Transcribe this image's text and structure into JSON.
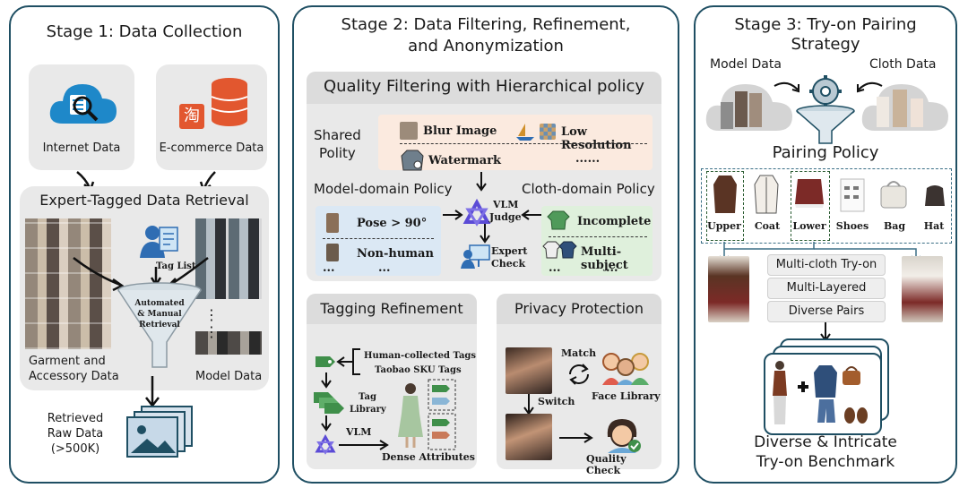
{
  "stage1": {
    "title": "Stage 1: Data Collection",
    "internet": "Internet Data",
    "ecommerce": "E-commerce Data",
    "ecommerce_logo": "淘",
    "expert_title": "Expert-Tagged Data Retrieval",
    "tag_list": "Tag List",
    "funnel_line1": "Automated",
    "funnel_line2": "& Manual",
    "funnel_line3": "Retrieval",
    "garment1": "Garment and",
    "garment2": "Accessory Data",
    "model": "Model Data",
    "retrieved1": "Retrieved",
    "retrieved2": "Raw Data",
    "retrieved3": "(>500K)"
  },
  "stage2": {
    "title1": "Stage 2: Data Filtering, Refinement,",
    "title2": "and Anonymization",
    "quality_title": "Quality Filtering with Hierarchical policy",
    "shared1": "Shared",
    "shared2": "Polity",
    "blur": "Blur Image",
    "lowres": "Low Resolution",
    "watermark": "Watermark",
    "dots": "......",
    "model_policy": "Model-domain Policy",
    "cloth_policy": "Cloth-domain Policy",
    "pose": "Pose > 90°",
    "nonhuman": "Non-human",
    "ell1": "...",
    "ell2": "...",
    "vlm_judge1": "VLM",
    "vlm_judge2": "Judge",
    "expert1": "Expert",
    "expert2": "Check",
    "incomplete": "Incomplete",
    "multisubject": "Multi-subject",
    "tagging_title": "Tagging Refinement",
    "human_tags": "Human-collected Tags",
    "taobao_tags": "Taobao SKU Tags",
    "tag_library1": "Tag",
    "tag_library2": "Library",
    "vlm": "VLM",
    "dense": "Dense Attributes",
    "privacy_title": "Privacy Protection",
    "match": "Match",
    "switch": "Switch",
    "face_library": "Face Library",
    "quality_check": "Quality Check"
  },
  "stage3": {
    "title1": "Stage 3: Try-on Pairing",
    "title2": "Strategy",
    "model_data": "Model Data",
    "cloth_data": "Cloth Data",
    "pairing": "Pairing Policy",
    "items": [
      "Upper",
      "Coat",
      "Lower",
      "Shoes",
      "Bag",
      "Hat"
    ],
    "chip1": "Multi-cloth Try-on",
    "chip2": "Multi-Layered",
    "chip3": "Diverse Pairs",
    "bench1": "Diverse & Intricate",
    "bench2": "Try-on Benchmark"
  },
  "colors": {
    "border": "#1f4f63",
    "cloud_blue": "#1e88c9",
    "db_orange": "#e2572f",
    "vlm_purple": "#5b4bd6",
    "tag_green": "#3f8f4a"
  }
}
